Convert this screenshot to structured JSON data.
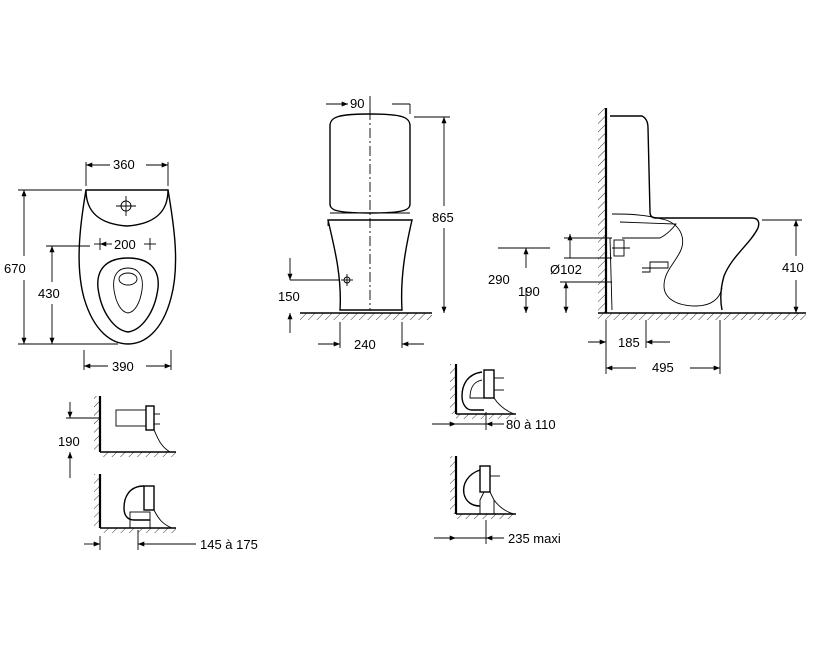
{
  "dimensions": {
    "top_view": {
      "width_tank": "360",
      "outer_length": "670",
      "bowl_length": "430",
      "fixing_spacing": "200",
      "width_base": "390"
    },
    "front_view": {
      "tank_depth": "90",
      "total_height": "865",
      "inlet_height": "150",
      "base_width": "240"
    },
    "side_view": {
      "outlet_center_height": "290",
      "outlet_diameter": "Ø102",
      "outlet_bottom_height": "190",
      "seat_height": "410",
      "wall_to_outlet": "185",
      "total_depth": "495"
    },
    "connector_details": {
      "horizontal_height": "190",
      "vertical_range": "145 à 175",
      "elbow_range": "80 à 110",
      "max_offset": "235 maxi"
    }
  }
}
